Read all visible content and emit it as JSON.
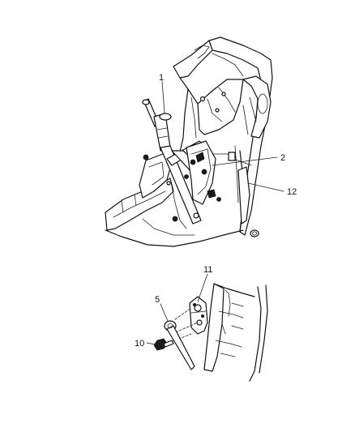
{
  "callouts": {
    "c1": "1",
    "c2": "2",
    "c12": "12",
    "c11": "11",
    "c5": "5",
    "c10": "10"
  }
}
